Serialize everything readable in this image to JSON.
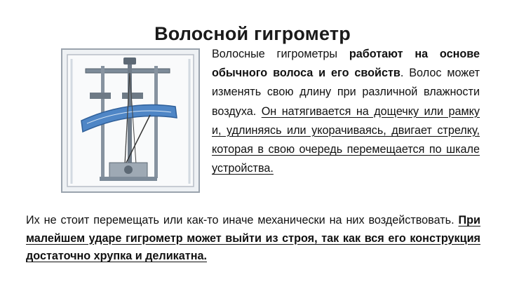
{
  "slide": {
    "title": "Волосной гигрометр",
    "figure": {
      "icon": "hair-hygrometer-illustration"
    },
    "right_paragraph": {
      "p1": "Волосные гигрометры ",
      "p2": "работают на основе обычного волоса и его свойств",
      "p3": ". Волос может изменять свою длину при различной влажности воздуха. ",
      "p4": "Он натягивается на дощечку или рамку и, удлиняясь или укорачиваясь, двигает стрелку, которая в свою очередь перемещается по шкале устройства."
    },
    "bottom_paragraph": {
      "p1": "Их не стоит перемещать или как-то иначе механически на них воздействовать. ",
      "p2": "При малейшем ударе гигрометр может выйти из строя, так как вся его конструкция достаточно хрупка и деликатна."
    }
  }
}
